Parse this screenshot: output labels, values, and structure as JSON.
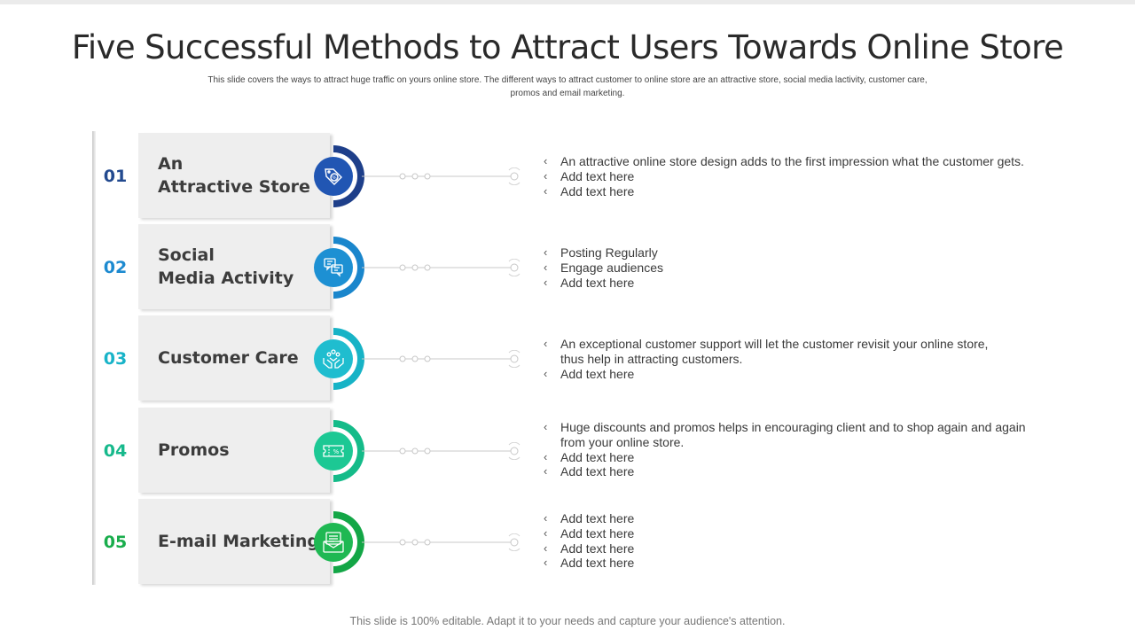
{
  "slide": {
    "title": "Five Successful Methods to Attract Users Towards Online Store",
    "subtitle": "This slide covers the ways to attract huge traffic on yours online store. The different ways to attract customer to online store are an attractive store, social media lactivity, customer care, promos and email marketing.",
    "footer": "This slide is 100% editable. Adapt it to your needs and capture your audience's attention."
  },
  "methods": [
    {
      "number": "01",
      "label_lines": [
        "An",
        "Attractive Store"
      ],
      "icon": "price-tag-icon",
      "color_dark": "#1e3f8a",
      "color_light": "#2563c7",
      "number_color": "#234a8f",
      "points": [
        "An attractive online store design adds to the first impression what the customer gets.",
        "Add text here",
        "Add text here"
      ]
    },
    {
      "number": "02",
      "label_lines": [
        "Social",
        "Media Activity"
      ],
      "icon": "social-media-icon",
      "color_dark": "#1577bf",
      "color_light": "#1d94d6",
      "number_color": "#1d8ad0",
      "points": [
        "Posting Regularly",
        "Engage audiences",
        "Add text here"
      ]
    },
    {
      "number": "03",
      "label_lines": [
        "Customer Care"
      ],
      "icon": "care-hands-icon",
      "color_dark": "#16a7bf",
      "color_light": "#1fc0d0",
      "number_color": "#18b3c8",
      "points": [
        "An exceptional customer support will  let the customer revisit your online store, thus help in attracting customers.",
        "Add text here"
      ]
    },
    {
      "number": "04",
      "label_lines": [
        "Promos"
      ],
      "icon": "discount-ticket-icon",
      "color_dark": "#13b887",
      "color_light": "#1cc894",
      "number_color": "#17b98c",
      "points": [
        "Huge discounts and promos helps in encouraging client and to shop again and again from your online store.",
        "Add text here",
        "Add text here"
      ]
    },
    {
      "number": "05",
      "label_lines": [
        "E-mail Marketing"
      ],
      "icon": "email-newsletter-icon",
      "color_dark": "#13a646",
      "color_light": "#1fbd56",
      "number_color": "#19ad4c",
      "points": [
        "Add text here",
        "Add text here",
        "Add text here",
        "Add text here"
      ]
    }
  ]
}
